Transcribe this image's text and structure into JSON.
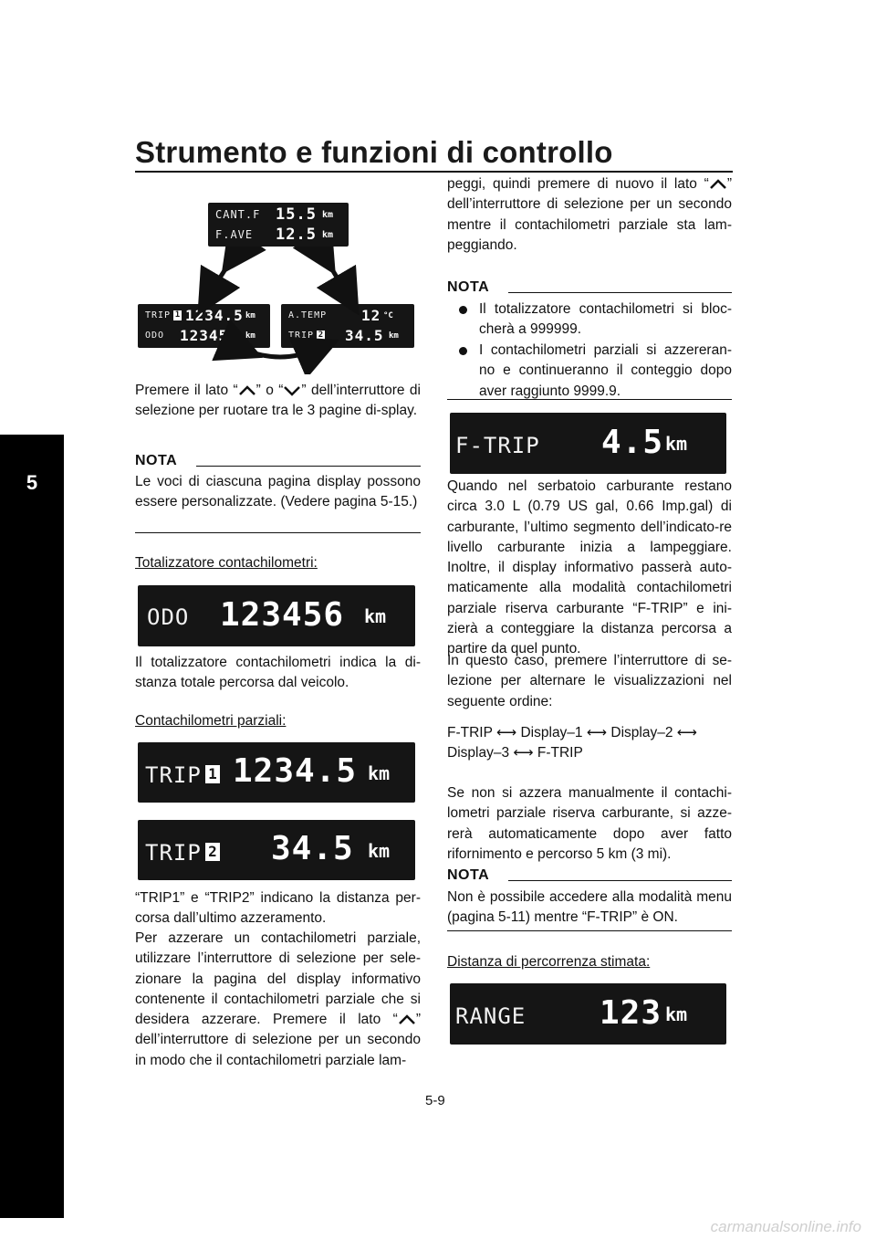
{
  "page": {
    "title": "Strumento e funzioni di controllo",
    "chapter": "5",
    "page_number": "5-9",
    "watermark": "carmanualsonline.info"
  },
  "displays": {
    "page1": {
      "row1_label": "CANT.F",
      "row1_value": "15.5",
      "row2_label": "F.AVE",
      "row2_value": "12.5",
      "unit": "km"
    },
    "page2": {
      "row1_label": "TRIP",
      "row1_badge": "1",
      "row1_value": "1234.5",
      "row2_label": "ODO",
      "row2_value": "123456",
      "unit": "km"
    },
    "page3": {
      "row1_label": "A.TEMP",
      "row1_value": "12",
      "row1_unit": "°C",
      "row2_label": "TRIP",
      "row2_badge": "2",
      "row2_value": "34.5",
      "unit": "km"
    },
    "odo": {
      "label": "ODO",
      "value": "123456",
      "unit": "km"
    },
    "trip1": {
      "label": "TRIP",
      "badge": "1",
      "value": "1234.5",
      "unit": "km"
    },
    "trip2": {
      "label": "TRIP",
      "badge": "2",
      "value": "34.5",
      "unit": "km"
    },
    "ftrip": {
      "label": "F-TRIP",
      "value": "4.5",
      "unit": "km"
    },
    "range": {
      "label": "RANGE",
      "value": "123",
      "unit": "km"
    }
  },
  "left": {
    "p1_a": "Premere il lato “",
    "p1_b": "” o “",
    "p1_c": "” dell’interruttore",
    "p1_rest": "di selezione per ruotare tra le 3 pagine di-splay.",
    "nota1_head": "NOTA",
    "nota1_text": "Le voci di ciascuna pagina display possono essere personalizzate. (Vedere pagina 5-15.)",
    "h_odo": "Totalizzatore contachilometri:",
    "p_odo": "Il totalizzatore contachilometri indica la di-stanza totale percorsa dal veicolo.",
    "h_trip": "Contachilometri parziali:",
    "p_trip": "“TRIP1” e “TRIP2” indicano la distanza per-corsa dall’ultimo azzeramento.",
    "p_reset_a": "Per azzerare un contachilometri parziale, utilizzare l’interruttore di selezione per sele-zionare la pagina del display informativo contenente il contachilometri parziale che si desidera azzerare. Premere il lato “",
    "p_reset_b": "” dell’interruttore di selezione per un secondo in modo che il contachilometri parziale lam-"
  },
  "right": {
    "p_cont_a": "peggi, quindi premere di nuovo il lato “",
    "p_cont_b": "” dell’interruttore di selezione per un secondo mentre il contachilometri parziale sta lam-peggiando.",
    "nota2_head": "NOTA",
    "nota2_bullets": [
      "Il totalizzatore contachilometri si bloc-cherà a 999999.",
      "I contachilometri parziali si azzereran-no e continueranno il conteggio dopo aver raggiunto 9999.9."
    ],
    "p_fuel": "Quando nel serbatoio carburante restano circa 3.0 L (0.79 US gal, 0.66 Imp.gal) di carburante, l’ultimo segmento dell’indicato-re livello carburante inizia a lampeggiare. Inoltre, il display informativo passerà auto-maticamente alla modalità contachilometri parziale riserva carburante “F-TRIP” e ini-zierà a conteggiare la distanza percorsa a partire da quel punto.",
    "p_case": "In questo caso, premere l’interruttore di se-lezione per alternare le visualizzazioni nel seguente ordine:",
    "seq_line1": "F-TRIP ⟷ Display–1 ⟷ Display–2 ⟷",
    "seq_line2": "Display–3 ⟷ F-TRIP",
    "p_auto": "Se non si azzera manualmente il contachi-lometri parziale riserva carburante, si azze-rerà automaticamente dopo aver fatto rifornimento e percorso 5 km (3 mi).",
    "nota3_head": "NOTA",
    "nota3_text": "Non è possibile accedere alla modalità menu (pagina 5-11) mentre “F-TRIP” è ON.",
    "h_range": "Distanza di percorrenza stimata:"
  }
}
